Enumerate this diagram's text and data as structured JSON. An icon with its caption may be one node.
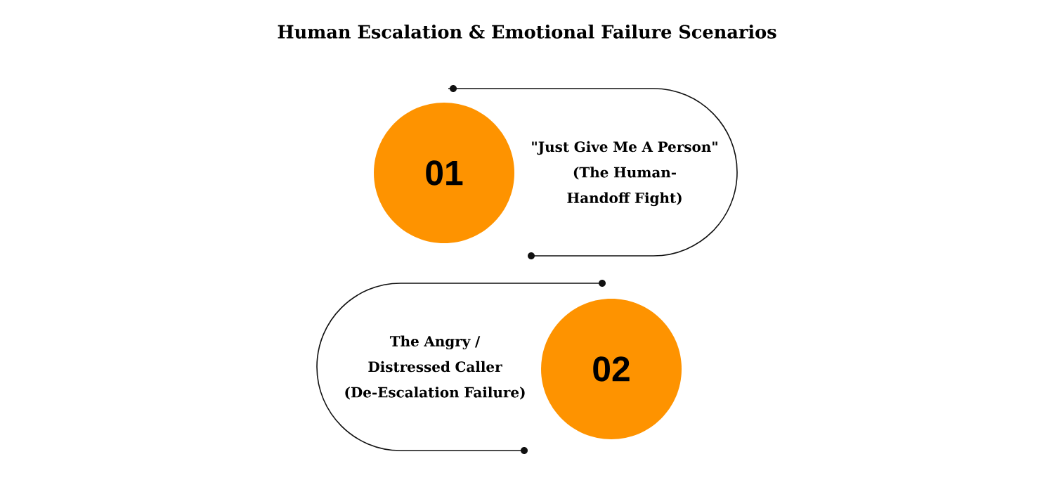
{
  "diagram": {
    "title": "Human Escalation & Emotional Failure Scenarios",
    "nodes": [
      {
        "text": [
          "01"
        ],
        "beside": [
          "\"Just Give Me A Person\" (The Human-Handoff Fight)"
        ]
      },
      {
        "text": [
          "02"
        ],
        "beside": [
          "The Angry / Distressed Caller (De-Escalation Failure)"
        ]
      }
    ]
  }
}
